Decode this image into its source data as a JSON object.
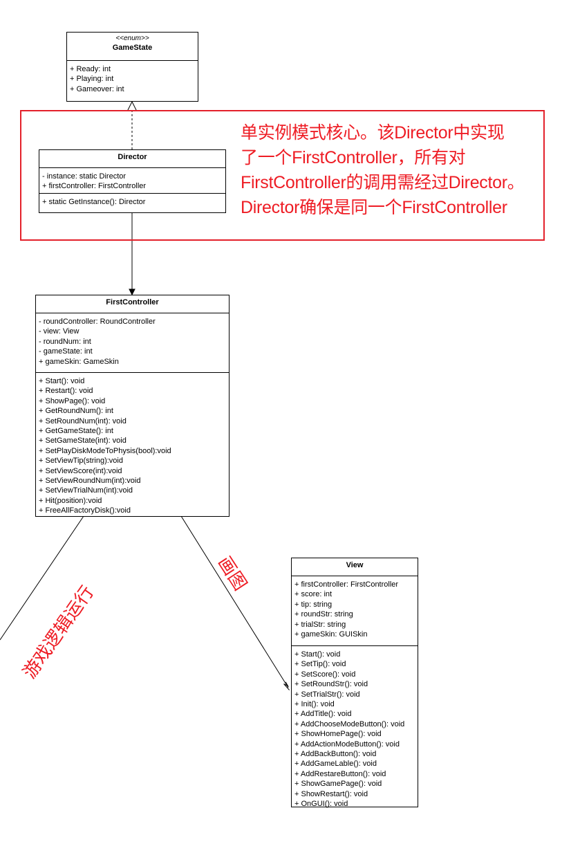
{
  "classes": {
    "gamestate": {
      "stereotype": "<<enum>>",
      "name": "GameState",
      "attributes": [
        "+ Ready: int",
        "+ Playing: int",
        "+ Gameover: int"
      ]
    },
    "director": {
      "name": "Director",
      "attributes": [
        "- instance: static Director",
        "+ firstController: FirstController"
      ],
      "methods": [
        "+ static GetInstance(): Director"
      ]
    },
    "firstcontroller": {
      "name": "FirstController",
      "attributes": [
        "- roundController: RoundController",
        "- view: View",
        "- roundNum: int",
        "- gameState: int",
        "+ gameSkin: GameSkin"
      ],
      "methods": [
        "+ Start(): void",
        "+ Restart(): void",
        "+ ShowPage(): void",
        "+ GetRoundNum(): int",
        "+ SetRoundNum(int): void",
        "+ GetGameState(): int",
        "+ SetGameState(int): void",
        "+ SetPlayDiskModeToPhysis(bool):void",
        "+ SetViewTip(string):void",
        "+ SetViewScore(int):void",
        "+ SetViewRoundNum(int):void",
        "+ SetViewTrialNum(int):void",
        "+ Hit(position):void",
        "+ FreeAllFactoryDisk():void"
      ]
    },
    "view": {
      "name": "View",
      "attributes": [
        "+ firstController: FirstController",
        "+ score: int",
        "+ tip: string",
        "+ roundStr: string",
        "+ trialStr: string",
        "+ gameSkin: GUISkin"
      ],
      "methods": [
        "+ Start(): void",
        "+ SetTip(): void",
        "+ SetScore(): void",
        "+ SetRoundStr(): void",
        "+ SetTrialStr(): void",
        "+ Init(): void",
        "+ AddTitle(): void",
        "+ AddChooseModeButton(): void",
        "+ ShowHomePage(): void",
        "+ AddActionModeButton(): void",
        "+ AddBackButton(): void",
        "+ AddGameLable(): void",
        "+ AddRestareButton(): void",
        "+ ShowGamePage(): void",
        "+ ShowRestart(): void",
        "+ OnGUI(): void"
      ]
    }
  },
  "annotation": {
    "lines": [
      "单实例模式核心。该Director中实现",
      "了一个FirstController，所有对",
      "FirstController的调用需经过Director。",
      "Director确保是同一个FirstController"
    ],
    "color": "#ee1c24",
    "border_color": "#e3202a"
  },
  "edge_labels": {
    "left": "游戏逻辑运行",
    "right": "画图"
  }
}
